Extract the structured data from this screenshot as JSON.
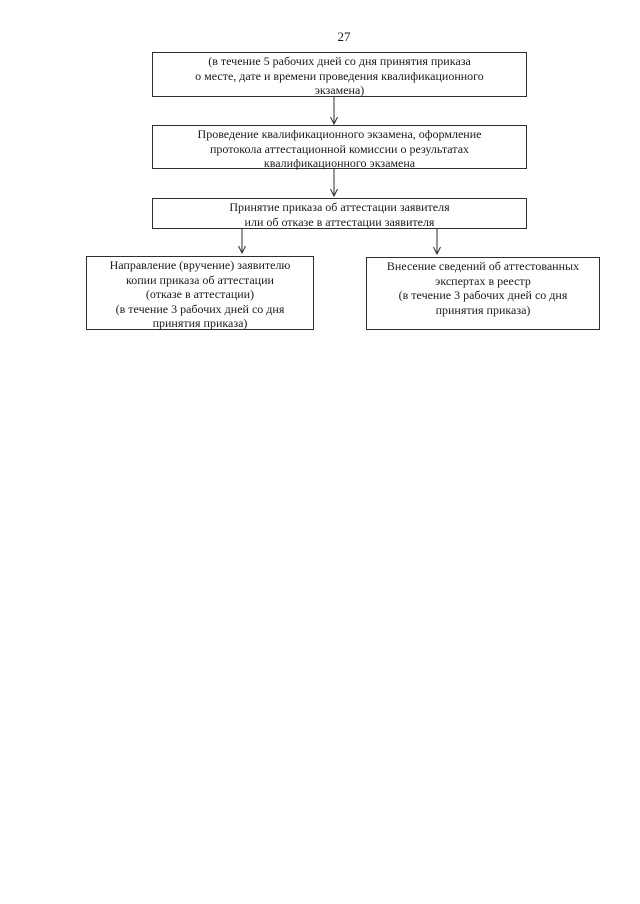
{
  "page": {
    "number": "27",
    "background_color": "#ffffff"
  },
  "flowchart": {
    "border_color": "#2e2e2e",
    "text_color": "#1a1a1a",
    "boxes": [
      {
        "id": "exam-notice-period",
        "text": "(в течение 5 рабочих дней со дня принятия приказа\nо месте, дате и времени проведения квалификационного\nэкзамена)"
      },
      {
        "id": "exam-conduct",
        "text": "Проведение квалификационного экзамена, оформление\nпротокола аттестационной комиссии о результатах\nквалификационного экзамена"
      },
      {
        "id": "attestation-order",
        "text": "Принятие приказа об аттестации заявителя\nили об отказе в аттестации заявителя"
      },
      {
        "id": "order-copy-delivery",
        "text": "Направление (вручение) заявителю\nкопии приказа об аттестации\n(отказе в аттестации)\n(в течение 3 рабочих дней со дня\nпринятия приказа)"
      },
      {
        "id": "registry-entry",
        "text": "Внесение сведений об аттестованных\nэкспертах в реестр\n(в течение 3 рабочих дней со дня\nпринятия приказа)"
      }
    ]
  }
}
